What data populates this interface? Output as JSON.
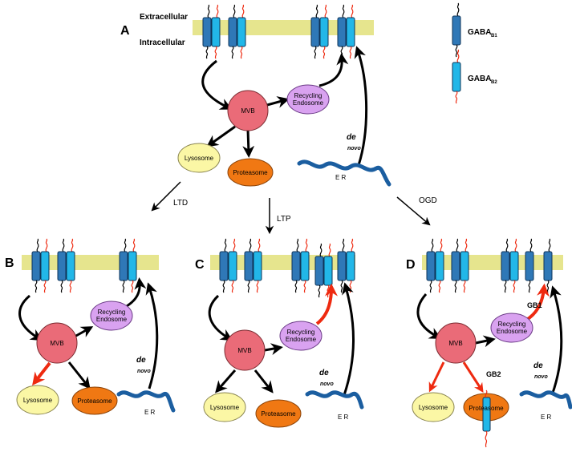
{
  "labels": {
    "extracellular": "Extracellular",
    "intracellular": "Intracellular",
    "mvb": "MVB",
    "recycling_line1": "Recycling",
    "recycling_line2": "Endosome",
    "lysosome": "Lysosome",
    "proteasome": "Proteasome",
    "de": "de",
    "novo": "novo",
    "er": "E R",
    "gb1": "GB1",
    "gb2": "GB2"
  },
  "legend": {
    "gaba_b1_main": "GABA",
    "gaba_b1_sub": "B1",
    "gaba_b2_main": "GABA",
    "gaba_b2_sub": "B2"
  },
  "panels": {
    "A": "A",
    "B": "B",
    "C": "C",
    "D": "D"
  },
  "transitions": {
    "ltd": "LTD",
    "ltp": "LTP",
    "ogd": "OGD"
  },
  "colors": {
    "membrane": "#e6e58e",
    "gb1": "#2f78b7",
    "gb2": "#22b7e8",
    "mvb": "#ea6b78",
    "endosome": "#d9a2f0",
    "lysosome": "#fbf7a5",
    "proteasome": "#f07813",
    "er": "#1b5ea0",
    "red": "#ee2a10"
  }
}
